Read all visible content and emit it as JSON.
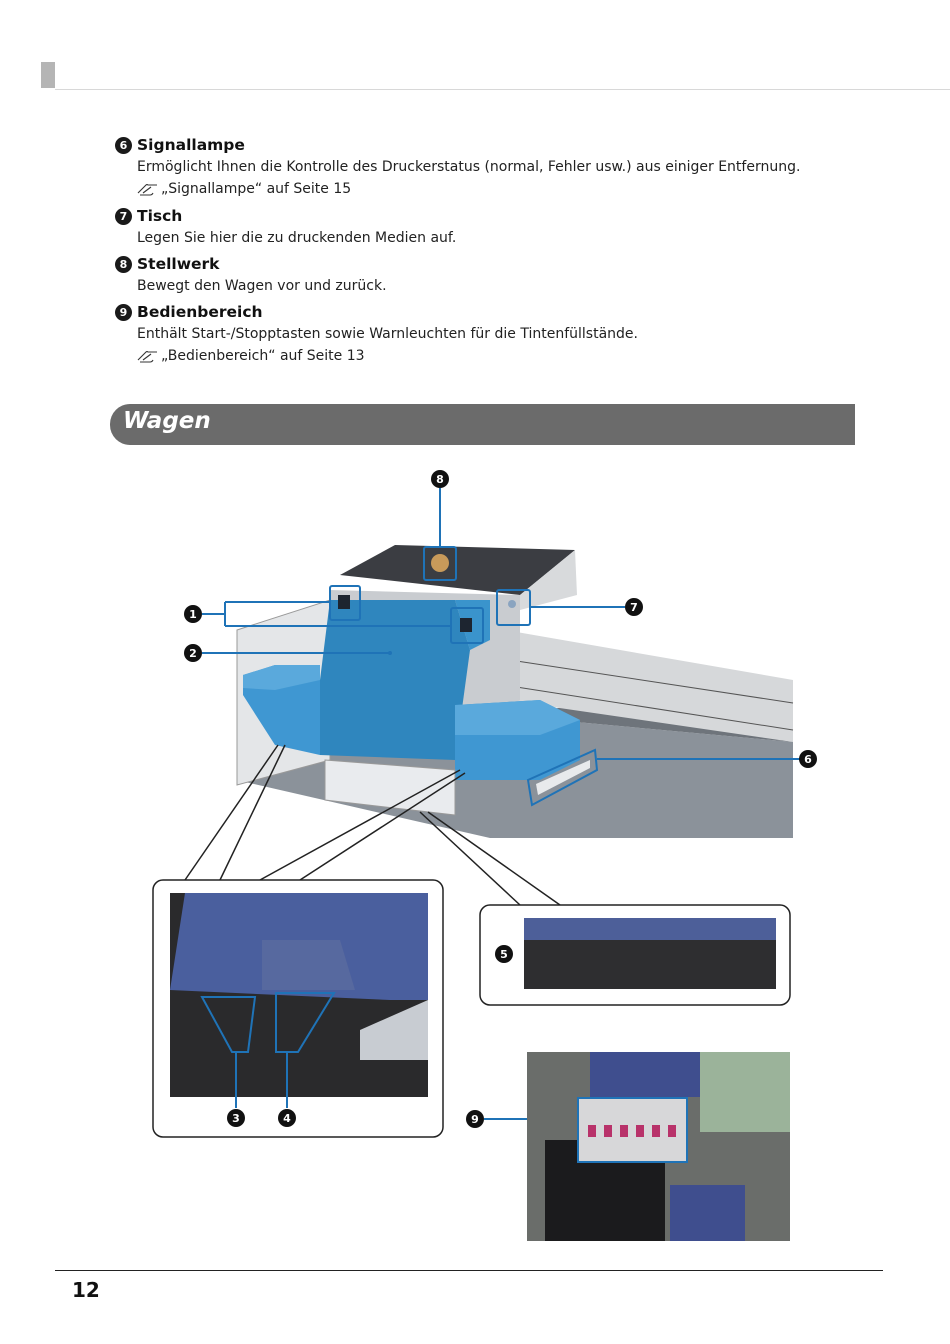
{
  "items": [
    {
      "number": "6",
      "title": "Signallampe",
      "description": "Ermöglicht Ihnen die Kontrolle des Druckerstatus (normal, Fehler usw.) aus einiger Entfernung.",
      "ref": "„Signallampe“ auf Seite 15"
    },
    {
      "number": "7",
      "title": "Tisch",
      "description": "Legen Sie hier die zu druckenden Medien auf."
    },
    {
      "number": "8",
      "title": "Stellwerk",
      "description": "Bewegt den Wagen vor und zurück."
    },
    {
      "number": "9",
      "title": "Bedienbereich",
      "description": "Enthält Start-/Stopptasten sowie Warnleuchten für die Tintenfüllstände.",
      "ref": "„Bedienbereich“ auf Seite 13"
    }
  ],
  "section": {
    "title": "Wagen"
  },
  "callouts": [
    "1",
    "2",
    "3",
    "4",
    "5",
    "6",
    "7",
    "8",
    "9"
  ],
  "colors": {
    "callout_blue": "#1f73b7",
    "carriage_blue": "#3d8fc4",
    "section_bar": "#6b6b6b"
  },
  "icons": {
    "reference": "pointing-hand-icon"
  },
  "page_number": "12"
}
